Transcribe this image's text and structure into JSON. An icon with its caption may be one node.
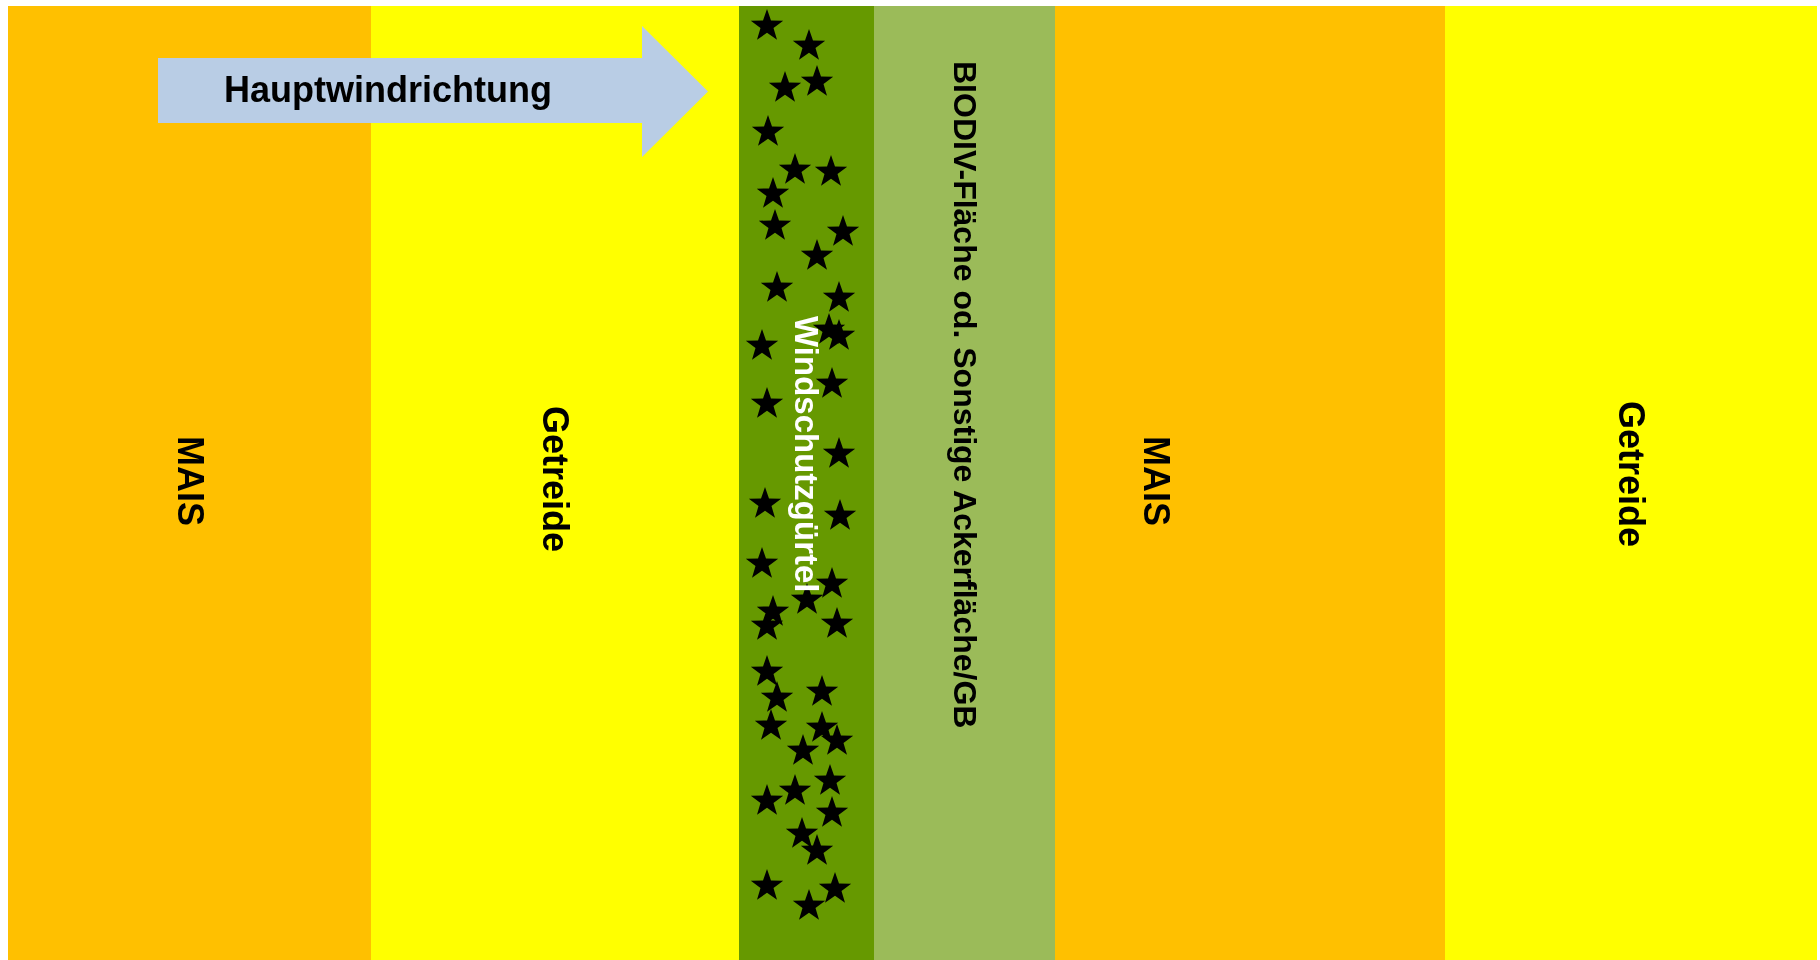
{
  "diagram": {
    "nodes": [
      {
        "text": [
          "MAIS"
        ]
      },
      {
        "text": [
          "Getreide"
        ]
      },
      {
        "text": [
          "Windschutzgürtel"
        ]
      },
      {
        "text": [
          "BIODIV-Fläche od. Sonstige Ackerfläche/GB"
        ]
      },
      {
        "text": [
          "MAIS"
        ]
      },
      {
        "text": [
          "Getreide"
        ]
      }
    ],
    "labels": [
      "Hauptwindrichtung"
    ]
  }
}
